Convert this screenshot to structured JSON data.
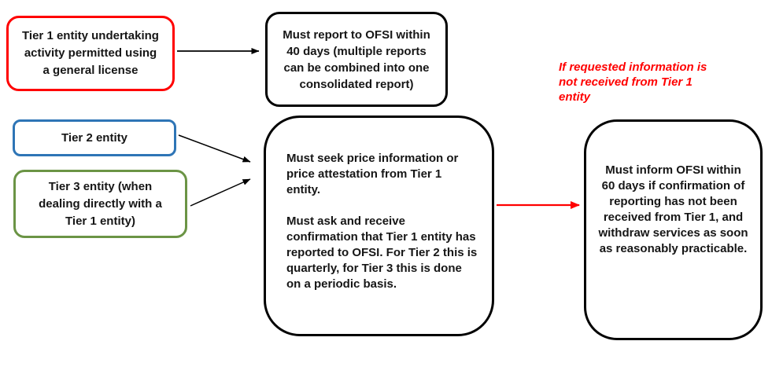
{
  "diagram": {
    "background_color": "#ffffff",
    "nodes": {
      "tier1": {
        "label": "Tier 1 entity undertaking activity permitted using a general license",
        "border_color": "#ff0000"
      },
      "report_40_days": {
        "label": "Must report to OFSI within 40 days (multiple reports can be combined into one consolidated report)",
        "border_color": "#000000"
      },
      "tier2": {
        "label": "Tier 2 entity",
        "border_color": "#2e75b6"
      },
      "tier3": {
        "label": "Tier 3 entity (when dealing directly with a Tier 1 entity)",
        "border_color": "#6b9445"
      },
      "seek_price": {
        "paragraph1": "Must seek price information or price attestation from Tier 1 entity.",
        "paragraph2": "Must ask and receive confirmation that Tier 1 entity has reported to OFSI. For Tier 2 this is quarterly, for Tier 3 this is done on a periodic basis.",
        "border_color": "#000000"
      },
      "inform_60_days": {
        "label": "Must inform OFSI within 60 days if confirmation of reporting has not been received from Tier 1, and withdraw services as soon as reasonably practicable.",
        "border_color": "#000000"
      }
    },
    "annotation": {
      "text": "If requested information is not received from Tier 1 entity",
      "color": "#ff0000"
    },
    "arrows": {
      "tier1_to_report": {
        "color": "#000000"
      },
      "tier2_to_seek": {
        "color": "#000000"
      },
      "tier3_to_seek": {
        "color": "#000000"
      },
      "seek_to_inform": {
        "color": "#ff0000"
      }
    }
  }
}
